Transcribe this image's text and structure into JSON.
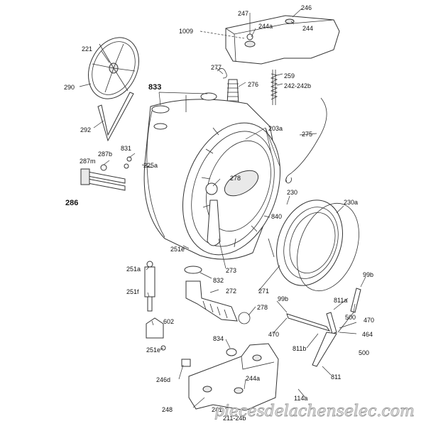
{
  "labels": {
    "l247": "247",
    "l246": "246",
    "l1009": "1009",
    "l244a_top": "244a",
    "l244_top": "244",
    "l221": "221",
    "l290": "290",
    "l292": "292",
    "l277": "277",
    "l276": "276",
    "l259": "259",
    "l242": "242-242b",
    "l833": "833",
    "l203a": "203a",
    "l275": "275",
    "l831": "831",
    "l287b": "287b",
    "l287m": "287m",
    "l225a": "225a",
    "l286": "286",
    "l278_top": "278",
    "l230": "230",
    "l230a": "230a",
    "l840": "840",
    "l251e_top": "251e",
    "l273": "273",
    "l251a": "251a",
    "l832": "832",
    "l272": "272",
    "l271": "271",
    "l251f": "251f",
    "l278_bot": "278",
    "l99b_left": "99b",
    "l99b_right": "99b",
    "l811a": "811a",
    "l470_right": "470",
    "l470_left": "470",
    "l500_top": "500",
    "l464": "464",
    "l500_bot": "500",
    "l811b": "811b",
    "l811": "811",
    "l602": "602",
    "l251e_bot": "251e",
    "l834": "834",
    "l246d": "246d",
    "l244a_bot": "244a",
    "l248": "248",
    "l114a": "114a",
    "l241": "241",
    "l211": "211-24b"
  },
  "watermark": "piecesdelachenselec.com",
  "colors": {
    "ink": "#333333",
    "paper": "#ffffff",
    "watermark_stroke": "#9a9a9a"
  }
}
